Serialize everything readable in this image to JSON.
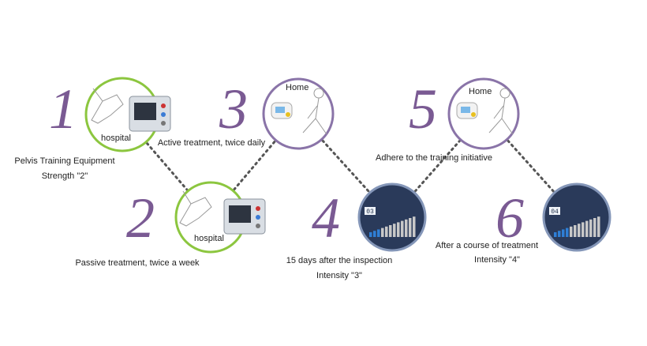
{
  "colors": {
    "step_number": "#7a5a93",
    "ring_hospital": "#8cc63f",
    "ring_home": "#8a74a8",
    "ring_display": "#8496b8",
    "display_bg": "#2a3a5a",
    "bar_active": "#2f7fd6",
    "bar_inactive": "#c8c8c8",
    "connector": "#555555"
  },
  "steps": [
    {
      "number": "1",
      "label": "hospital",
      "type": "hospital",
      "caption": [
        "Pelvis Training Equipment",
        "Strength \"2\""
      ]
    },
    {
      "number": "2",
      "label": "hospital",
      "type": "hospital",
      "caption": [
        "Passive treatment, twice a week"
      ]
    },
    {
      "number": "3",
      "label": "Home",
      "type": "home",
      "caption": [
        "Active treatment, twice daily"
      ]
    },
    {
      "number": "4",
      "label": "",
      "type": "display",
      "display_value": "03",
      "intensity_level": 3,
      "caption": [
        "15 days after the inspection",
        "Intensity \"3\""
      ]
    },
    {
      "number": "5",
      "label": "Home",
      "type": "home",
      "caption": [
        "Adhere to the training initiative"
      ]
    },
    {
      "number": "6",
      "label": "",
      "type": "display",
      "display_value": "04",
      "intensity_level": 4,
      "caption": [
        "After a course of treatment",
        "Intensity \"4\""
      ]
    }
  ],
  "connections": [
    [
      0,
      1
    ],
    [
      1,
      2
    ],
    [
      2,
      3
    ],
    [
      3,
      4
    ],
    [
      4,
      5
    ]
  ]
}
